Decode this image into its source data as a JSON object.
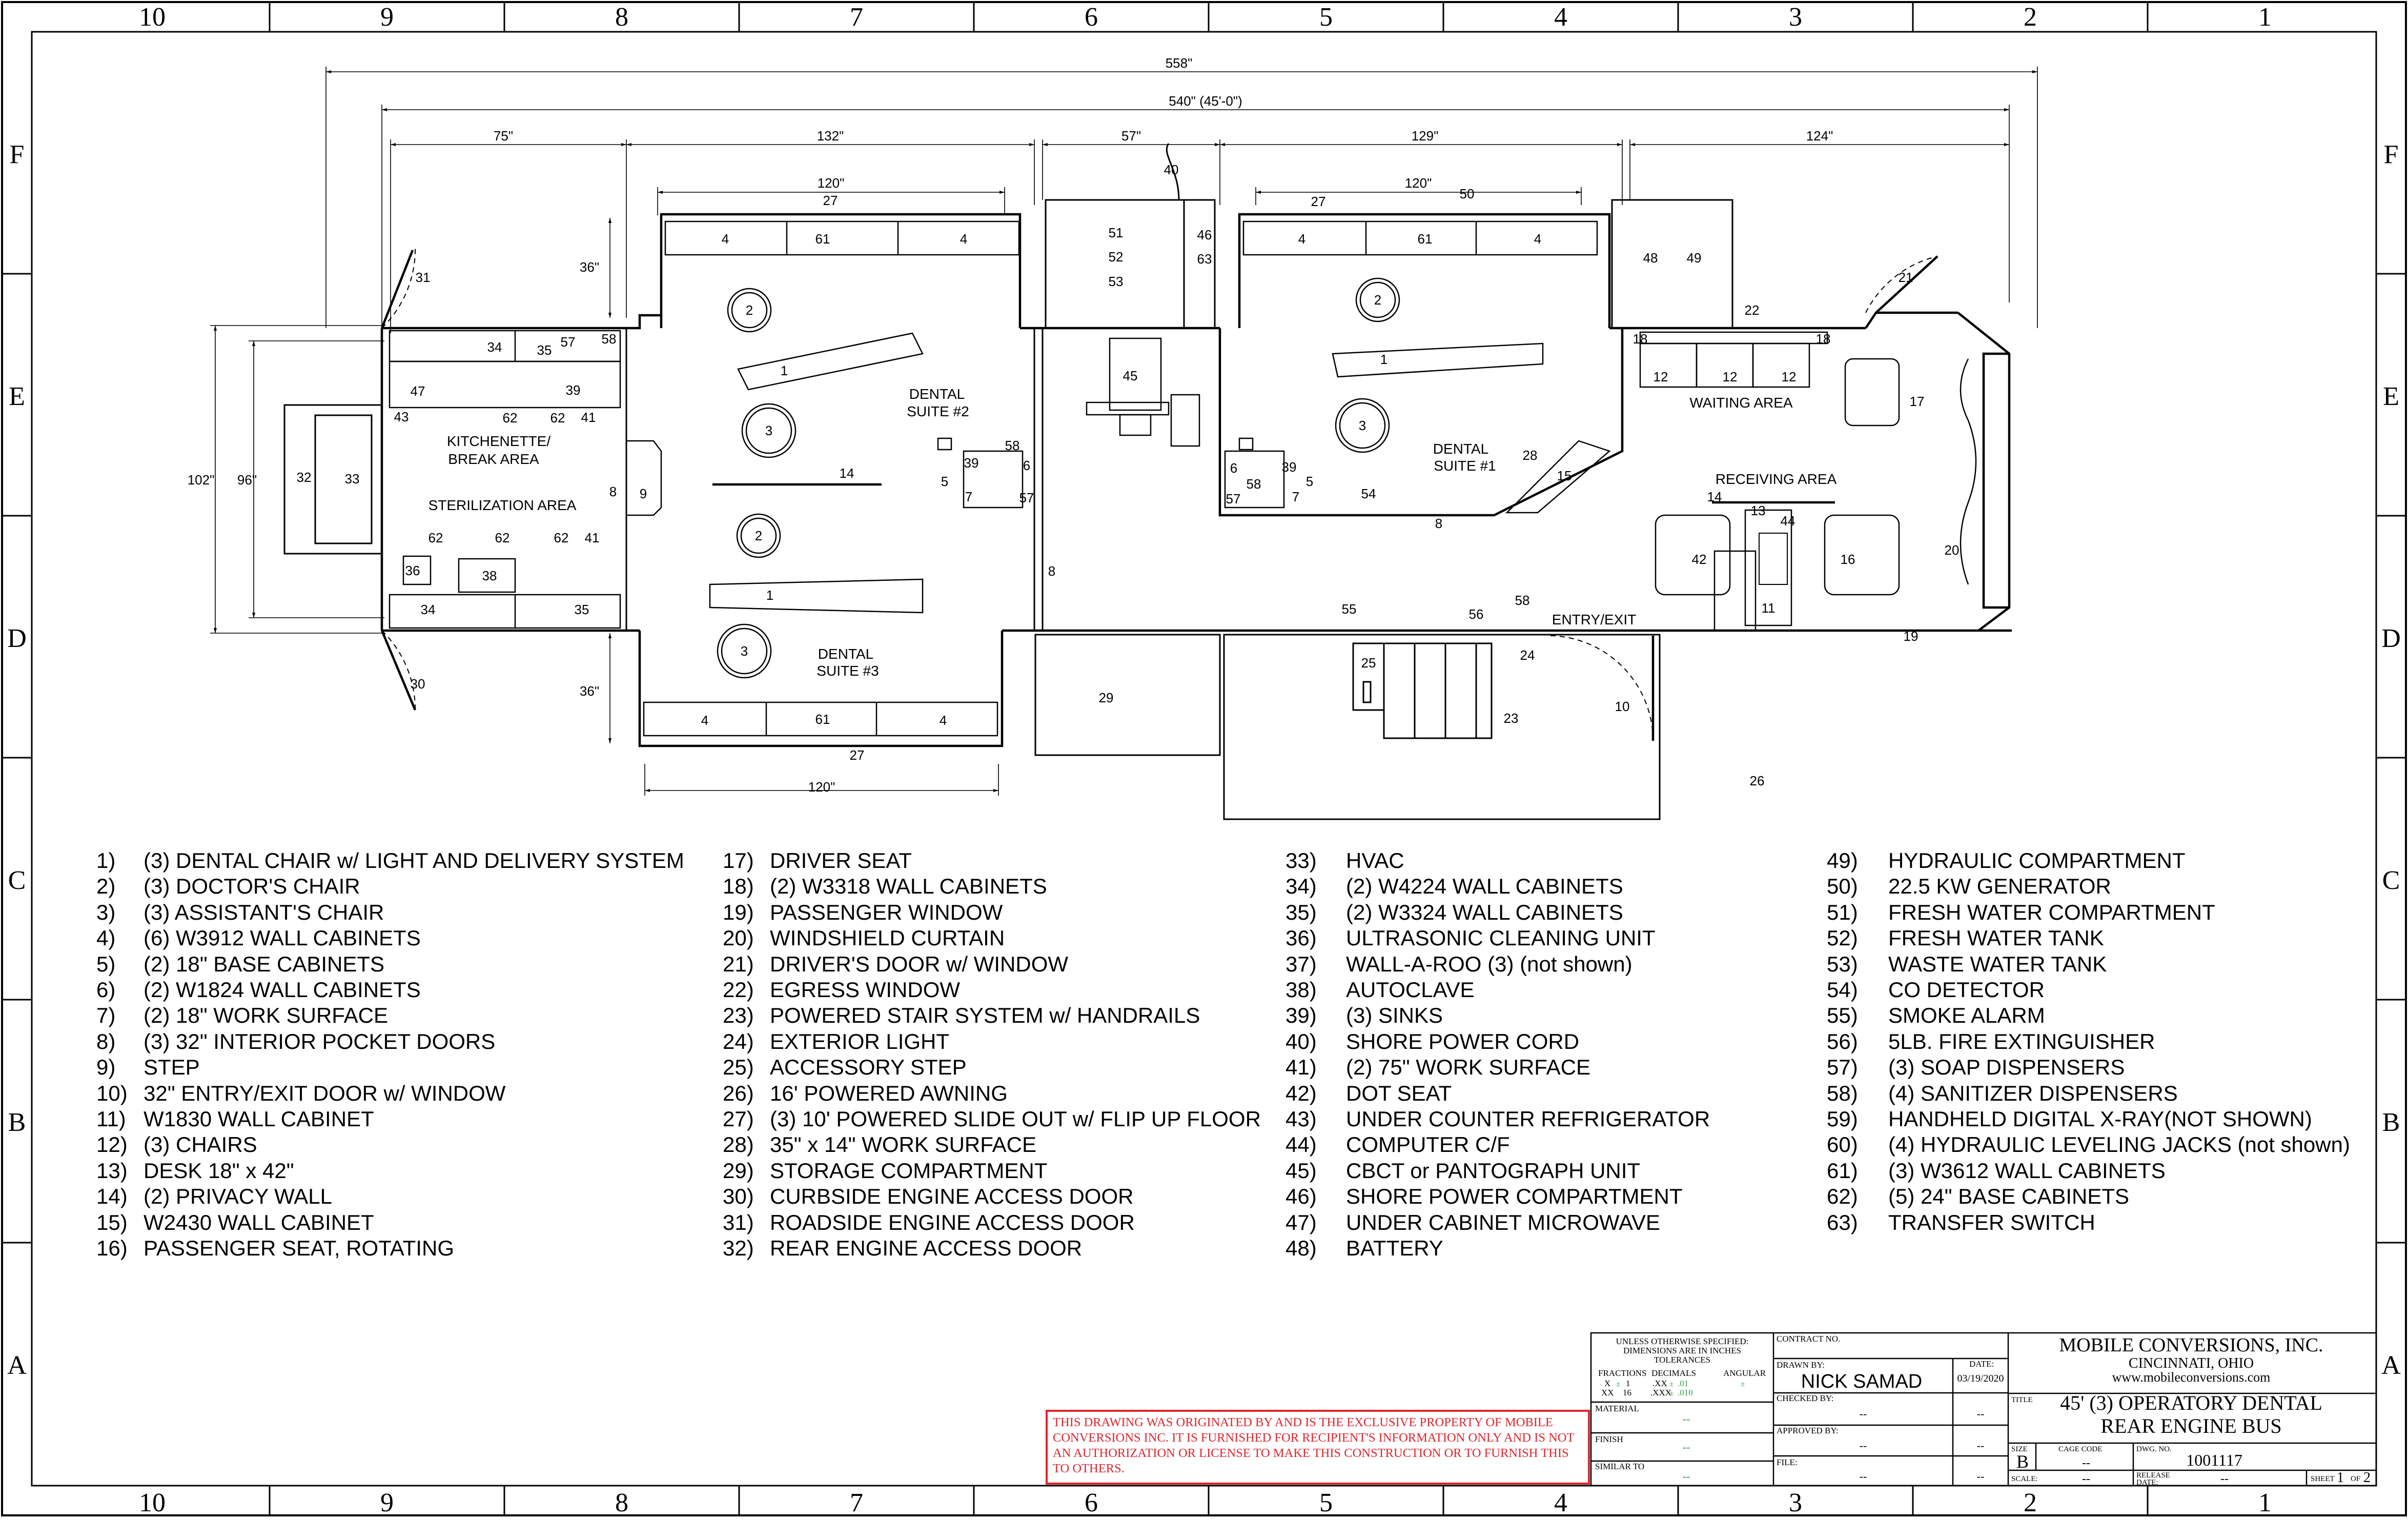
{
  "border": {
    "cols": [
      "10",
      "9",
      "8",
      "7",
      "6",
      "5",
      "4",
      "3",
      "2",
      "1"
    ],
    "rows": [
      "F",
      "E",
      "D",
      "C",
      "B",
      "A"
    ]
  },
  "dimensions": {
    "overall": "558\"",
    "length": "540\" (45'-0\")",
    "d75": "75\"",
    "d132": "132\"",
    "d57": "57\"",
    "d129": "129\"",
    "d124": "124\"",
    "d120a": "120\"",
    "d120b": "120\"",
    "d120c": "120\"",
    "d36a": "36\"",
    "d36b": "36\"",
    "d102": "102\"",
    "d96": "96\""
  },
  "areas": {
    "kitchen_l1": "KITCHENETTE/",
    "kitchen_l2": "BREAK AREA",
    "sterilization": "STERILIZATION AREA",
    "suite2_l1": "DENTAL",
    "suite2_l2": "SUITE #2",
    "suite3_l1": "DENTAL",
    "suite3_l2": "SUITE #3",
    "suite1_l1": "DENTAL",
    "suite1_l2": "SUITE #1",
    "waiting": "WAITING AREA",
    "receiving": "RECEIVING AREA",
    "entry": "ENTRY/EXIT"
  },
  "callouts": {
    "n1": "1",
    "n2": "2",
    "n3": "3",
    "n4": "4",
    "n5": "5",
    "n6": "6",
    "n7": "7",
    "n8": "8",
    "n9": "9",
    "n10": "10",
    "n11": "11",
    "n12": "12",
    "n13": "13",
    "n14": "14",
    "n15": "15",
    "n16": "16",
    "n17": "17",
    "n18": "18",
    "n19": "19",
    "n20": "20",
    "n21": "21",
    "n22": "22",
    "n23": "23",
    "n24": "24",
    "n25": "25",
    "n26": "26",
    "n27": "27",
    "n28": "28",
    "n29": "29",
    "n30": "30",
    "n31": "31",
    "n32": "32",
    "n33": "33",
    "n34": "34",
    "n35": "35",
    "n36": "36",
    "n38": "38",
    "n39": "39",
    "n40": "40",
    "n41": "41",
    "n42": "42",
    "n43": "43",
    "n44": "44",
    "n45": "45",
    "n46": "46",
    "n47": "47",
    "n48": "48",
    "n49": "49",
    "n50": "50",
    "n51": "51",
    "n52": "52",
    "n53": "53",
    "n54": "54",
    "n55": "55",
    "n56": "56",
    "n57": "57",
    "n58": "58",
    "n61": "61",
    "n62": "62",
    "n63": "63"
  },
  "legend": {
    "col1": [
      {
        "n": "1)",
        "t": "(3) DENTAL CHAIR w/ LIGHT AND DELIVERY SYSTEM"
      },
      {
        "n": "2)",
        "t": "(3) DOCTOR'S CHAIR"
      },
      {
        "n": "3)",
        "t": "(3) ASSISTANT'S CHAIR"
      },
      {
        "n": "4)",
        "t": "(6) W3912 WALL CABINETS"
      },
      {
        "n": "5)",
        "t": "(2) 18\" BASE CABINETS"
      },
      {
        "n": "6)",
        "t": "(2) W1824 WALL CABINETS"
      },
      {
        "n": "7)",
        "t": "(2) 18\" WORK SURFACE"
      },
      {
        "n": "8)",
        "t": "(3) 32\" INTERIOR POCKET DOORS"
      },
      {
        "n": "9)",
        "t": "STEP"
      },
      {
        "n": "10)",
        "t": "32\" ENTRY/EXIT DOOR w/ WINDOW"
      },
      {
        "n": "11)",
        "t": "W1830 WALL CABINET"
      },
      {
        "n": "12)",
        "t": "(3) CHAIRS"
      },
      {
        "n": "13)",
        "t": "DESK 18\" x 42\""
      },
      {
        "n": "14)",
        "t": "(2) PRIVACY WALL"
      },
      {
        "n": "15)",
        "t": "W2430 WALL CABINET"
      },
      {
        "n": "16)",
        "t": "PASSENGER SEAT, ROTATING"
      }
    ],
    "col2": [
      {
        "n": "17)",
        "t": "DRIVER SEAT"
      },
      {
        "n": "18)",
        "t": "(2) W3318 WALL CABINETS"
      },
      {
        "n": "19)",
        "t": "PASSENGER WINDOW"
      },
      {
        "n": "20)",
        "t": "WINDSHIELD CURTAIN"
      },
      {
        "n": "21)",
        "t": "DRIVER'S DOOR w/ WINDOW"
      },
      {
        "n": "22)",
        "t": "EGRESS WINDOW"
      },
      {
        "n": "23)",
        "t": "POWERED STAIR SYSTEM w/ HANDRAILS"
      },
      {
        "n": "24)",
        "t": "EXTERIOR LIGHT"
      },
      {
        "n": "25)",
        "t": "ACCESSORY STEP"
      },
      {
        "n": "26)",
        "t": "16' POWERED AWNING"
      },
      {
        "n": "27)",
        "t": "(3) 10' POWERED SLIDE OUT w/ FLIP UP FLOOR"
      },
      {
        "n": "28)",
        "t": "35\" x 14\" WORK SURFACE"
      },
      {
        "n": "29)",
        "t": "STORAGE COMPARTMENT"
      },
      {
        "n": "30)",
        "t": "CURBSIDE ENGINE ACCESS DOOR"
      },
      {
        "n": "31)",
        "t": "ROADSIDE ENGINE ACCESS DOOR"
      },
      {
        "n": "32)",
        "t": "REAR ENGINE ACCESS DOOR"
      }
    ],
    "col3": [
      {
        "n": "33)",
        "t": "HVAC"
      },
      {
        "n": "34)",
        "t": "(2) W4224 WALL CABINETS"
      },
      {
        "n": "35)",
        "t": "(2) W3324 WALL CABINETS"
      },
      {
        "n": "36)",
        "t": "ULTRASONIC CLEANING UNIT"
      },
      {
        "n": "37)",
        "t": "WALL-A-ROO (3) (not shown)"
      },
      {
        "n": "38)",
        "t": "AUTOCLAVE"
      },
      {
        "n": "39)",
        "t": "(3) SINKS"
      },
      {
        "n": "40)",
        "t": "SHORE POWER CORD"
      },
      {
        "n": "41)",
        "t": "(2) 75\" WORK SURFACE"
      },
      {
        "n": "42)",
        "t": "DOT SEAT"
      },
      {
        "n": "43)",
        "t": "UNDER COUNTER REFRIGERATOR"
      },
      {
        "n": "44)",
        "t": "COMPUTER C/F"
      },
      {
        "n": "45)",
        "t": "CBCT or PANTOGRAPH UNIT"
      },
      {
        "n": "46)",
        "t": "SHORE POWER COMPARTMENT"
      },
      {
        "n": "47)",
        "t": "UNDER CABINET MICROWAVE"
      },
      {
        "n": "48)",
        "t": "BATTERY"
      }
    ],
    "col4": [
      {
        "n": "49)",
        "t": "HYDRAULIC COMPARTMENT"
      },
      {
        "n": "50)",
        "t": "22.5 KW GENERATOR"
      },
      {
        "n": "51)",
        "t": "FRESH WATER COMPARTMENT"
      },
      {
        "n": "52)",
        "t": "FRESH WATER TANK"
      },
      {
        "n": "53)",
        "t": "WASTE WATER TANK"
      },
      {
        "n": "54)",
        "t": "CO DETECTOR"
      },
      {
        "n": "55)",
        "t": "SMOKE ALARM"
      },
      {
        "n": "56)",
        "t": "5LB. FIRE EXTINGUISHER"
      },
      {
        "n": "57)",
        "t": "(3) SOAP DISPENSERS"
      },
      {
        "n": "58)",
        "t": "(4) SANITIZER DISPENSERS"
      },
      {
        "n": "59)",
        "t": "HANDHELD DIGITAL X-RAY(NOT SHOWN)"
      },
      {
        "n": "60)",
        "t": "(4) HYDRAULIC LEVELING JACKS (not shown)"
      },
      {
        "n": "61)",
        "t": "(3) W3612 WALL CABINETS"
      },
      {
        "n": "62)",
        "t": "(5) 24\" BASE CABINETS"
      },
      {
        "n": "63)",
        "t": "TRANSFER SWITCH"
      }
    ]
  },
  "notice": "THIS DRAWING WAS ORIGINATED BY AND IS THE EXCLUSIVE PROPERTY OF MOBILE CONVERSIONS INC. IT IS FURNISHED FOR RECIPIENT'S INFORMATION ONLY AND IS NOT AN AUTHORIZATION OR LICENSE TO MAKE THIS CONSTRUCTION OR TO FURNISH THIS TO OTHERS.",
  "title_block": {
    "unless_l1": "UNLESS OTHERWISE SPECIFIED:",
    "unless_l2": "DIMENSIONS ARE IN INCHES",
    "unless_l3": "TOLERANCES",
    "fractions": "FRACTIONS",
    "decimals": "DECIMALS",
    "angular": "ANGULAR",
    "tol_x": "X",
    "tol_1": "1",
    "tol_xx": "XX",
    "tol_16": "16",
    "tol_dx": ".XX",
    "tol_01": ".01",
    "tol_dxxx": ".XXX",
    "tol_010": ".010",
    "pm": "±",
    "material": "MATERIAL",
    "finish": "FINISH",
    "similar_to": "SIMILAR TO",
    "dash": "--",
    "contract_no": "CONTRACT NO.",
    "drawn_by": "DRAWN BY:",
    "drawn_name": "NICK SAMAD",
    "date_label": "DATE:",
    "date_value": "03/19/2020",
    "checked_by": "CHECKED BY:",
    "approved_by": "APPROVED BY:",
    "file": "FILE:",
    "company": "MOBILE CONVERSIONS, INC.",
    "city": "CINCINNATI, OHIO",
    "web": "www.mobileconversions.com",
    "title_label": "TITLE",
    "title_l1": "45' (3) OPERATORY DENTAL",
    "title_l2": "REAR ENGINE BUS",
    "size_label": "SIZE",
    "size_value": "B",
    "cage_label": "CAGE CODE",
    "dwg_label": "DWG. NO.",
    "dwg_value": "1001117",
    "scale_label": "SCALE:",
    "release_l1": "RELEASE",
    "release_l2": "DATE:",
    "sheet_label": "SHEET",
    "sheet_value": "1",
    "of_label": "OF",
    "sheet_total": "2"
  },
  "colors": {
    "line": "#000000",
    "notice": "#e0242d",
    "tolerance": "#2e9e3e"
  }
}
